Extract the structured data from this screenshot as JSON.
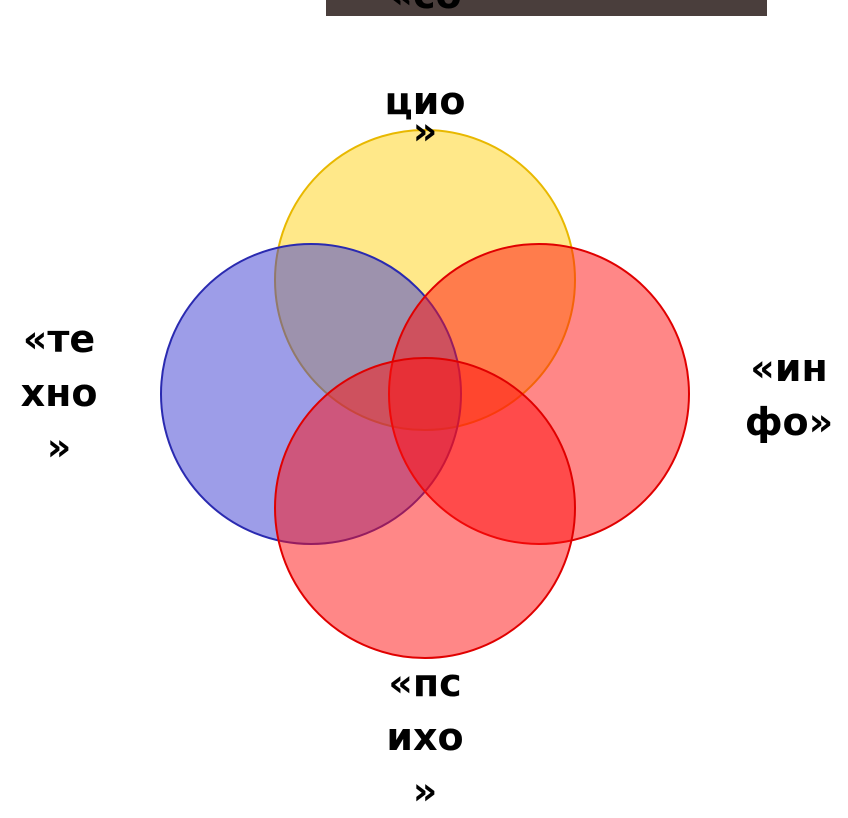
{
  "top_image": {
    "description_icon": "photo-strip"
  },
  "labels": {
    "top": [
      "«со",
      "цио",
      "»"
    ],
    "left": [
      "«те",
      "хно",
      "»"
    ],
    "right": [
      "«ин",
      "фо»"
    ],
    "bottom": [
      "«пс",
      "ихо",
      "»"
    ]
  },
  "circles": {
    "top": {
      "fill": "#FFD83A",
      "stroke": "#E8B800"
    },
    "left": {
      "fill": "#3B3BD1",
      "stroke": "#2A2AB0"
    },
    "right": {
      "fill": "#FF1010",
      "stroke": "#E00000"
    },
    "bottom": {
      "fill": "#FF1010",
      "stroke": "#E00000"
    }
  }
}
